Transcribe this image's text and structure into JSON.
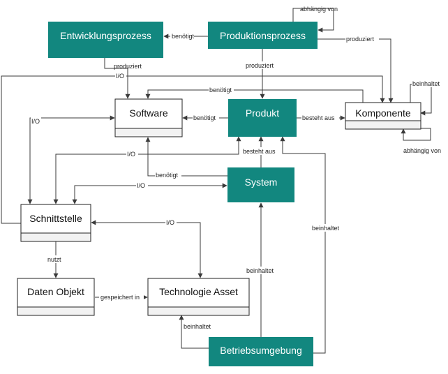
{
  "colors": {
    "teal_node": "#12877f",
    "white_node": "#ffffff",
    "line": "#3a3a3a"
  },
  "nodes": {
    "entwicklungsprozess": "Entwicklungsprozess",
    "produktionsprozess": "Produktionsprozess",
    "software": "Software",
    "produkt": "Produkt",
    "komponente": "Komponente",
    "system": "System",
    "schnittstelle": "Schnittstelle",
    "daten_objekt": "Daten Objekt",
    "technologie_asset": "Technologie Asset",
    "betriebsumgebung": "Betriebsumgebung"
  },
  "edge_labels": {
    "produktionsprozess_self": "abhängig von",
    "produktion_to_entwicklung": "benötigt",
    "produktion_to_komponente": "produziert",
    "produktion_to_produkt": "produziert",
    "entwicklung_to_software": "produziert",
    "io_top": "I/O",
    "komponente_to_software": "benötigt",
    "produkt_to_software": "benötigt",
    "produkt_to_komponente": "besteht aus",
    "komponente_beinhaltet": "beinhaltet",
    "komponente_self": "abhängig von",
    "io_left": "I/O",
    "system_to_produkt": "besteht aus",
    "io_schnittstelle_produkt": "I/O",
    "system_to_software": "benötigt",
    "io_system_schnittstelle": "I/O",
    "io_schnittstelle_technologie": "I/O",
    "schnittstelle_to_daten": "nutzt",
    "betrieb_to_produkt": "beinhaltet",
    "betrieb_to_system": "beinhaltet",
    "daten_to_technologie": "gespeichert in",
    "betrieb_to_technologie": "beinhaltet"
  }
}
